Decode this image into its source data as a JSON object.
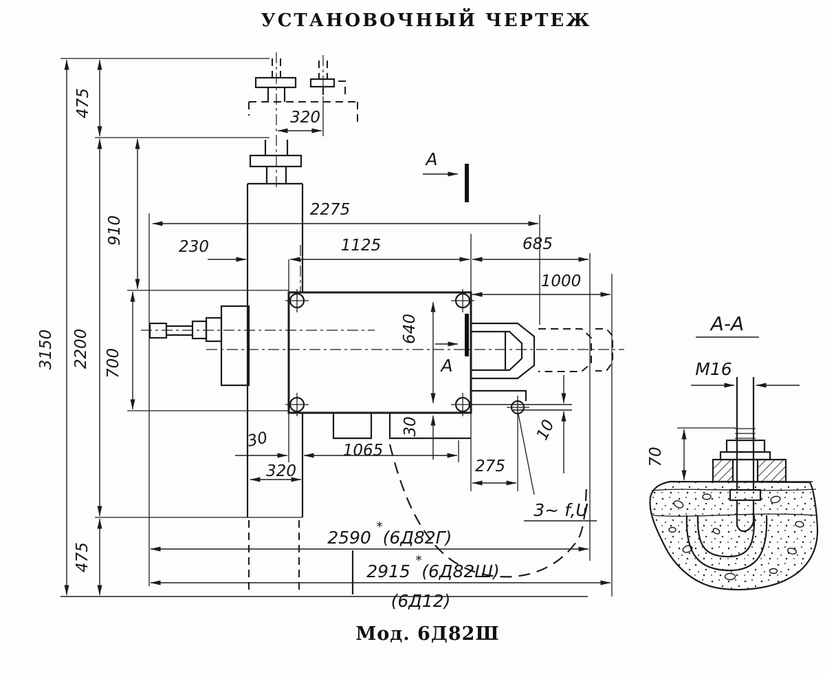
{
  "drawing": {
    "title": "УСТАНОВОЧНЫЙ ЧЕРТЕЖ",
    "model_caption": "Мод. 6Д82Ш",
    "section": {
      "mark": "А",
      "view_title": "А-А"
    },
    "anchor_bolt": {
      "thread": "М16",
      "protrusion": "70"
    },
    "power_connection": "3~ f,U",
    "length_variants": [
      {
        "value": "2590",
        "star": "*",
        "model": "(6Д82Г)"
      },
      {
        "value": "2915",
        "star": "*",
        "model": "(6Д82Ш)"
      },
      {
        "value": "",
        "star": "",
        "model": "(6Д12)"
      }
    ],
    "dimensions": {
      "top_475": "475",
      "d910": "910",
      "d3150": "3150",
      "d2200": "2200",
      "d700": "700",
      "bottom_475": "475",
      "d320_top": "320",
      "d2275": "2275",
      "d230": "230",
      "d1125": "1125",
      "d685": "685",
      "d1000": "1000",
      "d640": "640",
      "d30_left": "30",
      "d320_base": "320",
      "d1065": "1065",
      "d275": "275",
      "d30_mid": "30",
      "d10": "10"
    }
  }
}
